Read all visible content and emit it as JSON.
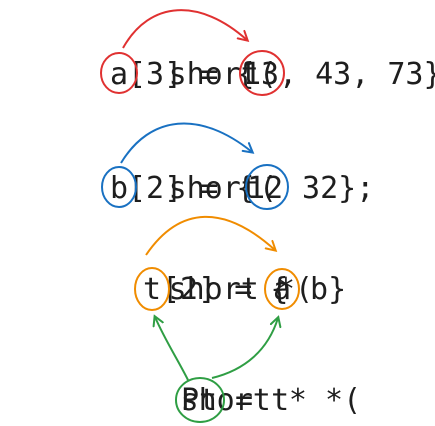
{
  "lines": [
    {
      "name": "line-array-a",
      "parts": [
        {
          "text": "short",
          "role": "keyword"
        },
        {
          "text": "(",
          "role": "punct"
        },
        {
          "text": "a",
          "role": "circled",
          "color": "#e03131"
        },
        {
          "text": "[3] = {",
          "role": "text"
        },
        {
          "text": "13",
          "role": "circled",
          "color": "#e03131"
        },
        {
          "text": ", 43, 73};",
          "role": "text"
        }
      ],
      "arrow": {
        "from": "a",
        "to": "13",
        "color": "#e03131"
      }
    },
    {
      "name": "line-array-b",
      "parts": [
        {
          "text": "short",
          "role": "keyword"
        },
        {
          "text": "(",
          "role": "punct"
        },
        {
          "text": "b",
          "role": "circled",
          "color": "#1971c2"
        },
        {
          "text": "[2] = {",
          "role": "text"
        },
        {
          "text": "12",
          "role": "circled",
          "color": "#1971c2"
        },
        {
          "text": " 32};",
          "role": "text"
        }
      ],
      "arrow": {
        "from": "b",
        "to": "12",
        "color": "#1971c2"
      }
    },
    {
      "name": "line-pointer-array-t",
      "parts": [
        {
          "text": "short *",
          "role": "keyword"
        },
        {
          "text": "(",
          "role": "punct"
        },
        {
          "text": "t",
          "role": "circled",
          "color": "#f08c00"
        },
        {
          "text": "[2] = {",
          "role": "text"
        },
        {
          "text": "a",
          "role": "circled",
          "color": "#f08c00"
        },
        {
          "text": " b}",
          "role": "text"
        }
      ],
      "arrow": {
        "from": "t",
        "to": "a",
        "color": "#f08c00"
      }
    },
    {
      "name": "line-double-pointer-pt",
      "parts": [
        {
          "text": "short * *",
          "role": "keyword"
        },
        {
          "text": "(",
          "role": "punct"
        },
        {
          "text": "Pt",
          "role": "circled",
          "color": "#2f9e44"
        },
        {
          "text": " = t",
          "role": "text"
        }
      ],
      "arrows": [
        {
          "from": "Pt",
          "to": "t",
          "color": "#2f9e44"
        },
        {
          "from": "Pt",
          "to": "a",
          "color": "#2f9e44"
        }
      ]
    }
  ],
  "colors": {
    "text": "#1e1e1e",
    "red": "#e03131",
    "blue": "#1971c2",
    "orange": "#f08c00",
    "green": "#2f9e44"
  }
}
